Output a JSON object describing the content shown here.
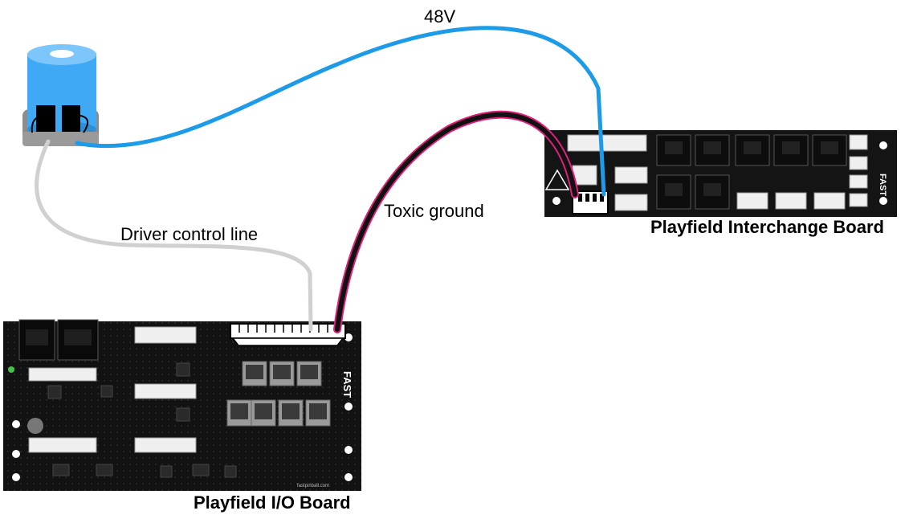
{
  "labels": {
    "voltage": "48V",
    "toxic_ground": "Toxic ground",
    "driver_control": "Driver control line",
    "interchange_board": "Playfield Interchange Board",
    "io_board": "Playfield I/O Board"
  },
  "boards": {
    "interchange_brand": "FAST",
    "io_brand": "FAST",
    "io_url": "fastpinball.com"
  },
  "colors": {
    "voltage_wire": "#1e9be8",
    "control_wire": "#d0d0d0",
    "ground_wire": "#111111",
    "ground_glow": "#e0207a",
    "coil_body": "#3fa9f5",
    "board": "#121212"
  }
}
